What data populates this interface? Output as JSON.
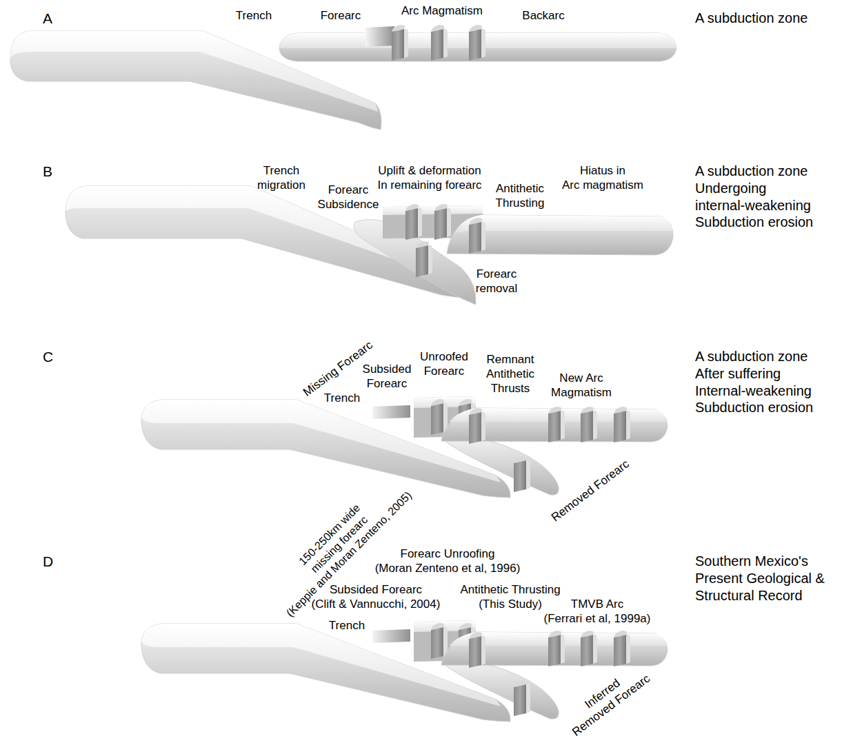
{
  "diagram": {
    "labels": [
      "A",
      "Trench",
      "Forearc",
      "Arc Magmatism",
      "Backarc",
      "A subduction zone",
      "B",
      "Trench migration",
      "Forearc Subsidence",
      "Uplift & deformation In remaining forearc",
      "Antithetic Thrusting",
      "Hiatus in Arc magmatism",
      "A subduction zone Undergoing internal-weakening Subduction erosion",
      "Forearc removal",
      "C",
      "Missing Forearc",
      "Subsided Forearc",
      "Unroofed Forearc",
      "Remnant Antithetic Thrusts",
      "New Arc Magmatism",
      "A subduction zone After suffering Internal-weakening Subduction erosion",
      "Trench",
      "Removed Forearc",
      "D",
      "150-250km wide missing forearc (Keppie and Moran Zenteno, 2005)",
      "Forearc Unroofing (Moran Zenteno et al, 1996)",
      "Subsided Forearc (Clift & Vannucchi, 2004)",
      "Antithetic Thrusting (This Study)",
      "TMVB Arc (Ferrari et al, 1999a)",
      "Southern Mexico's Present Geological & Structural Record",
      "Trench",
      "Inferred Removed Forearc"
    ]
  }
}
